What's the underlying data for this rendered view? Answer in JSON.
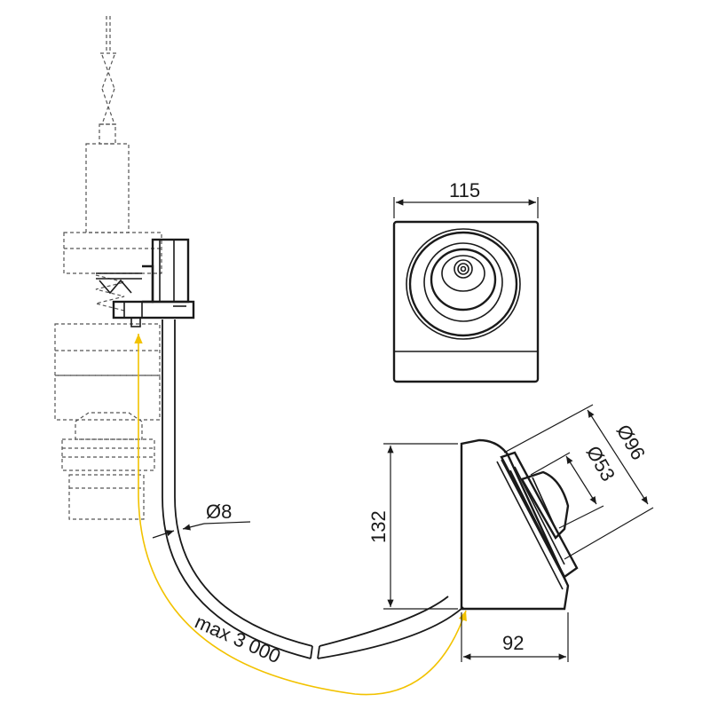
{
  "colors": {
    "accent": "#f2c200",
    "line": "#1a1a1a",
    "hidden": "#555555"
  },
  "dimensions": {
    "front_width": "115",
    "height": "132",
    "depth": "92",
    "outer_diameter": "Ø96",
    "inner_diameter": "Ø53",
    "hose_diameter": "Ø8",
    "hose_length": "max 3 000"
  }
}
